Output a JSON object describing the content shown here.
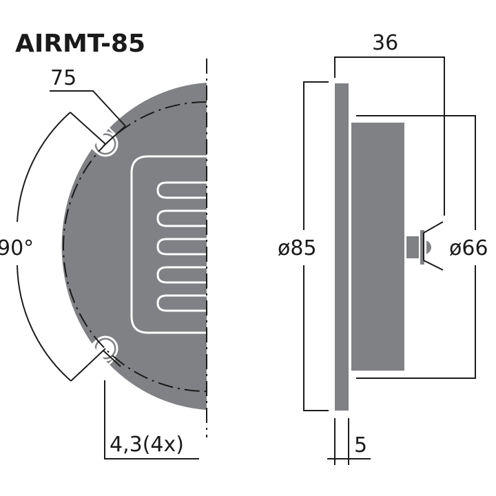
{
  "title": "AIRMT-85",
  "colors": {
    "body": "#808184",
    "line": "#1a1a1a",
    "background": "#ffffff"
  },
  "front_view": {
    "hole_circle_diameter": "75",
    "hole_angle": "90°",
    "hole_size": "4,3(4x)"
  },
  "side_view": {
    "depth": "36",
    "outer_diameter": "ø85",
    "inner_diameter": "ø66",
    "flange_thickness": "5"
  }
}
